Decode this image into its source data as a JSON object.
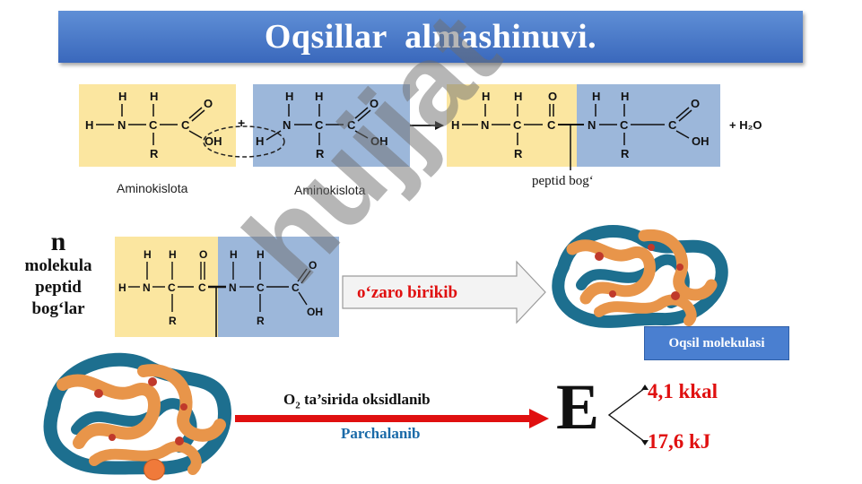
{
  "title": "Oqsillar  almashinuvi.",
  "reaction": {
    "left_label": "Aminokislota",
    "right_label": "Aminokislota",
    "plus_sign": "+",
    "product_extra": "+ H₂O",
    "bond_label": "peptid bog‘",
    "atoms": {
      "H": "H",
      "N": "N",
      "C": "C",
      "O": "O",
      "R": "R",
      "OH": "OH"
    }
  },
  "middle": {
    "n_letter": "n",
    "n_lines": [
      "molekula",
      "peptid",
      "bog‘lar"
    ],
    "arrow_text": "o‘zaro birikib",
    "protein_label": "Oqsil molekulasi"
  },
  "bottom": {
    "oxidation_prefix": "O",
    "oxidation_sub": "2",
    "oxidation_text": " ta’sirida oksidlanib",
    "breakdown_text": "Parchalanib",
    "energy_symbol": "E",
    "energy_kcal": "4,1 kkal",
    "energy_kj": "17,6 kJ"
  },
  "watermark": "hujjat",
  "colors": {
    "title_bg": "#3a68bc",
    "amino_yellow": "#fbe6a0",
    "amino_blue": "#9cb7da",
    "red": "#e01010",
    "blue_text": "#1a6aa8",
    "protein_orange": "#e8954a",
    "protein_teal": "#1d6f8f"
  }
}
